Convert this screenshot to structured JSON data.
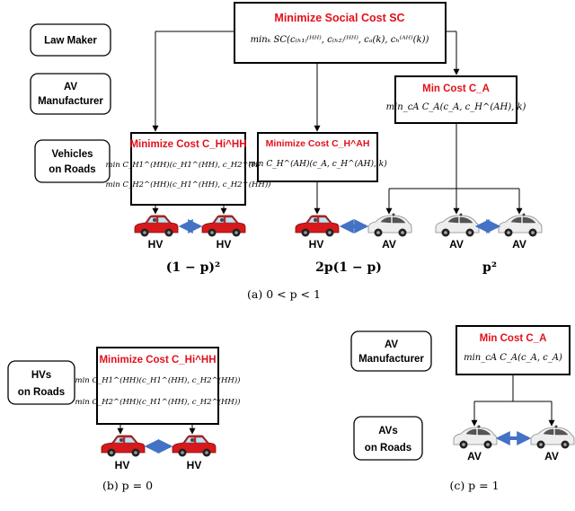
{
  "panel_a": {
    "labels": {
      "law_maker": "Law Maker",
      "av_manufacturer_1": "AV",
      "av_manufacturer_2": "Manufacturer",
      "vehicles_1": "Vehicles",
      "vehicles_2": "on Roads"
    },
    "top_box": {
      "title": "Minimize Social Cost SC",
      "formula": "minₖ SC(c₍ₕ₁₎⁽ᴴᴴ⁾, c₍ₕ₂₎⁽ᴴᴴ⁾, cₐ(k), cₕ⁽ᴬᴴ⁾(k))"
    },
    "av_box": {
      "title": "Min Cost C_A",
      "formula": "min_cA C_A(c_A, c_H^(AH), k)"
    },
    "hh_box": {
      "title": "Minimize Cost C_Hi^HH",
      "formula_1": "min C_H1^(HH)(c_H1^(HH), c_H2^(HH))",
      "formula_2": "min C_H2^(HH)(c_H1^(HH), c_H2^(HH))"
    },
    "ah_box": {
      "title": "Minimize Cost C_H^AH",
      "formula": "min C_H^(AH)(c_A, c_H^(AH), k)"
    },
    "vehicles": {
      "hv1": "HV",
      "hv2": "HV",
      "hv3": "HV",
      "av1": "AV",
      "av2": "AV",
      "av3": "AV"
    },
    "probabilities": {
      "p1": "(1 − p)²",
      "p2": "2p(1 − p)",
      "p3": "p²"
    },
    "caption": "(a) 0 < p < 1"
  },
  "panel_b": {
    "label_1": "HVs",
    "label_2": "on Roads",
    "box_title": "Minimize Cost C_Hi^HH",
    "vehicles": {
      "hv1": "HV",
      "hv2": "HV"
    },
    "caption": "(b) p = 0"
  },
  "panel_c": {
    "label_top_1": "AV",
    "label_top_2": "Manufacturer",
    "label_bottom_1": "AVs",
    "label_bottom_2": "on Roads",
    "box_title": "Min Cost C_A",
    "formula": "min_cA C_A(c_A, c_A)",
    "vehicles": {
      "av1": "AV",
      "av2": "AV"
    },
    "caption": "(c) p = 1"
  },
  "colors": {
    "accent_red": "#e3101b",
    "arrow_blue": "#4472c4",
    "car_red": "#d7191c",
    "car_white": "#eeeeee"
  }
}
